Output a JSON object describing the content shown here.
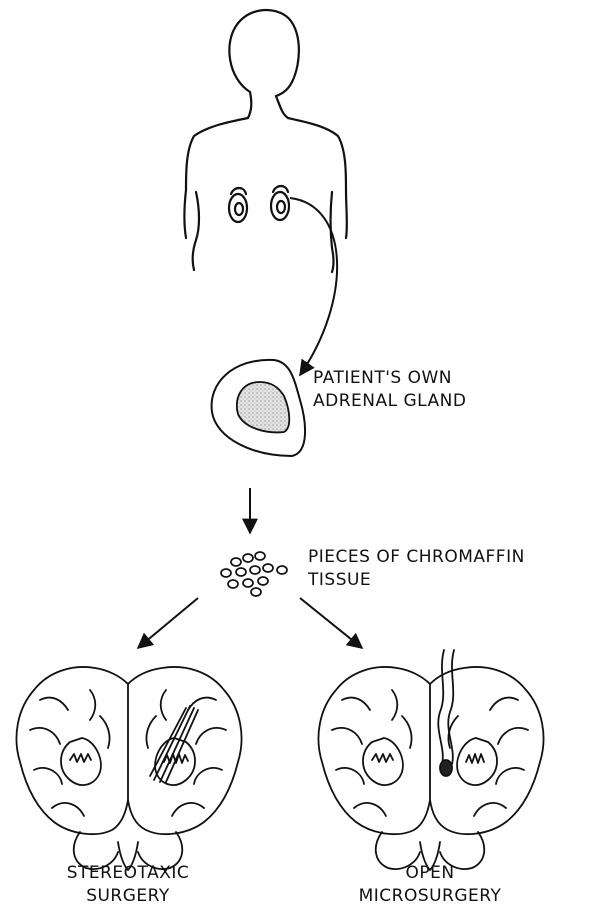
{
  "labels": {
    "adrenal_line1": "PATIENT'S OWN",
    "adrenal_line2": "ADRENAL GLAND",
    "tissue_line1": "PIECES OF CHROMAFFIN",
    "tissue_line2": "TISSUE",
    "left_line1": "STEREOTAXIC",
    "left_line2": "SURGERY",
    "right_line1": "OPEN",
    "right_line2": "MICROSURGERY"
  },
  "colors": {
    "ink": "#111111",
    "stipple": "#c8c8c8"
  }
}
